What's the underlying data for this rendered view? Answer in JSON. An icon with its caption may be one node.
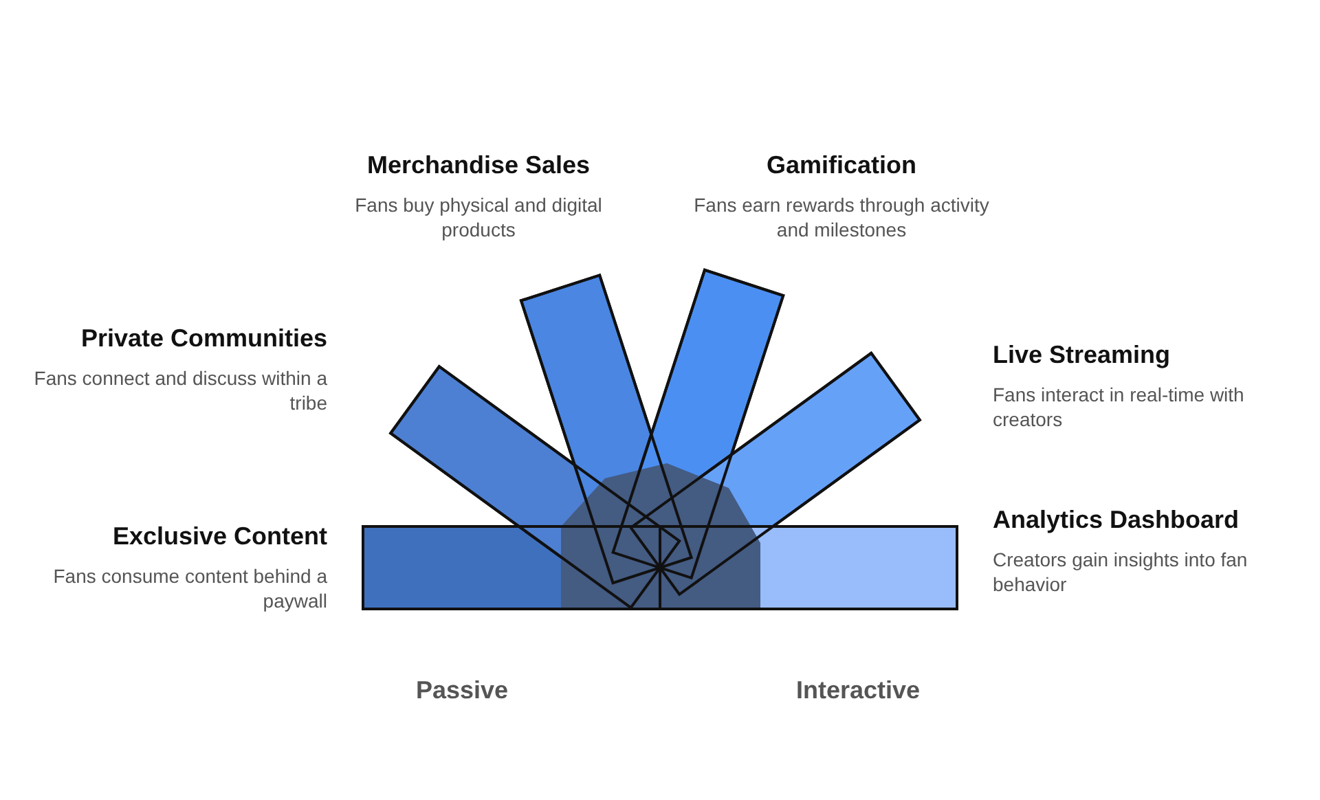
{
  "diagram": {
    "nodes": [
      {
        "text": [
          "Merchandise Sales",
          "Fans buy physical and digital products"
        ]
      },
      {
        "text": [
          "Gamification",
          "Fans earn rewards through activity and milestones"
        ]
      },
      {
        "text": [
          "Private Communities",
          "Fans connect and discuss within a tribe"
        ]
      },
      {
        "text": [
          "Live Streaming",
          "Fans interact in real-time with creators"
        ]
      },
      {
        "text": [
          "Exclusive Content",
          "Fans consume content behind a paywall"
        ]
      },
      {
        "text": [
          "Analytics Dashboard",
          "Creators gain insights into fan behavior"
        ]
      }
    ],
    "labels": [
      "Passive",
      "Interactive"
    ]
  }
}
